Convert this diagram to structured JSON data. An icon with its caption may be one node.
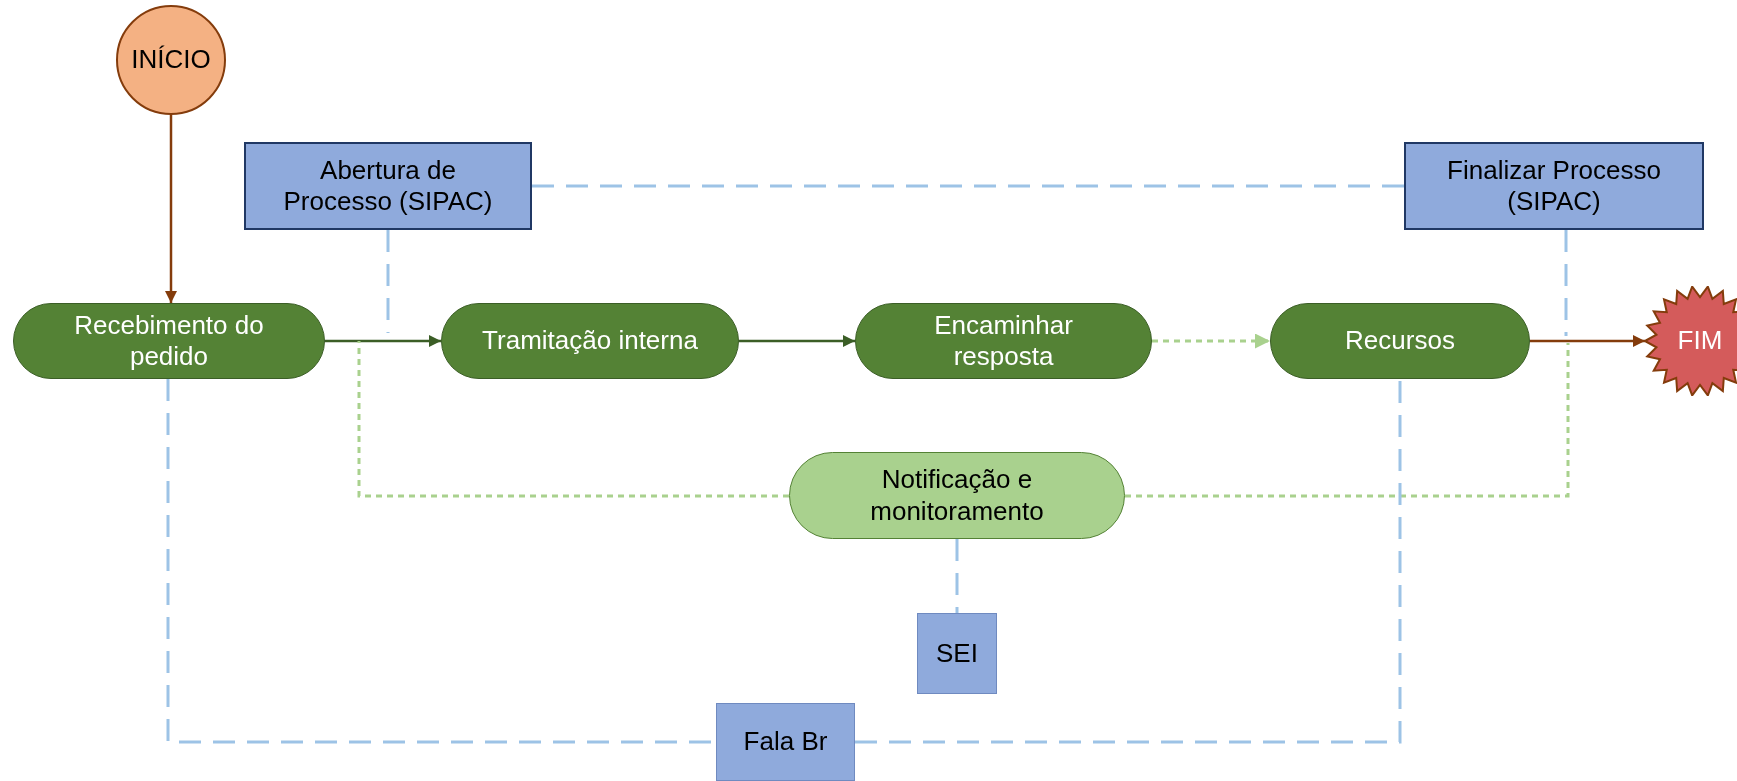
{
  "diagram": {
    "nodes": [
      {
        "text": [
          "INÍCIO"
        ]
      },
      {
        "text": [
          "Abertura de Processo (SIPAC)"
        ]
      },
      {
        "text": [
          "Finalizar Processo (SIPAC)"
        ]
      },
      {
        "text": [
          "Recebimento do pedido"
        ]
      },
      {
        "text": [
          "Tramitação interna"
        ]
      },
      {
        "text": [
          "Encaminhar resposta"
        ]
      },
      {
        "text": [
          "Recursos"
        ]
      },
      {
        "text": [
          "FIM"
        ]
      },
      {
        "text": [
          "Notificação e monitoramento"
        ]
      },
      {
        "text": [
          "SEI"
        ]
      },
      {
        "text": [
          "Fala Br"
        ]
      }
    ],
    "edges": [
      {
        "from": 0,
        "to": 3,
        "arrow": "to",
        "color": "#843c0c"
      },
      {
        "from": 3,
        "to": 4,
        "arrow": "to",
        "color": "#3b5e26"
      },
      {
        "from": 4,
        "to": 5,
        "arrow": "to",
        "color": "#3b5e26"
      },
      {
        "from": 5,
        "to": 6,
        "arrow": "to",
        "style": "dashed",
        "color": "#a9d18e"
      },
      {
        "from": 6,
        "to": 7,
        "arrow": "to",
        "color": "#843c0c"
      },
      {
        "from": 1,
        "to": 2,
        "arrow": "none",
        "style": "dashed"
      },
      {
        "from": 1,
        "to": null,
        "arrow": "none",
        "style": "dashed"
      },
      {
        "from": 2,
        "to": null,
        "arrow": "none",
        "style": "dashed"
      },
      {
        "from": 8,
        "to": null,
        "arrow": "none",
        "style": "dashed",
        "color": "#a9d18e"
      },
      {
        "from": 8,
        "to": null,
        "arrow": "none",
        "style": "dashed",
        "color": "#a9d18e"
      },
      {
        "from": 8,
        "to": 9,
        "arrow": "none",
        "style": "dashed"
      },
      {
        "from": 3,
        "to": 10,
        "arrow": "none",
        "style": "dashed"
      },
      {
        "from": 10,
        "to": 6,
        "arrow": "none",
        "style": "dashed"
      }
    ]
  }
}
